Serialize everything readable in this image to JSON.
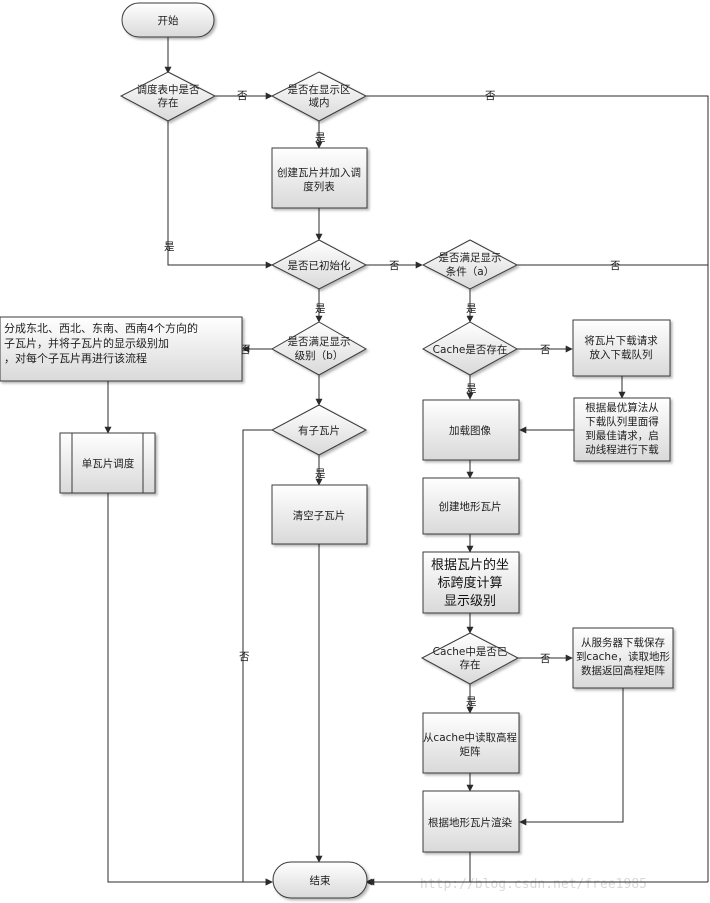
{
  "nodes": {
    "start": "开始",
    "dispatch_exists": [
      "调度表中是否",
      "存在"
    ],
    "in_display": [
      "是否在显示区",
      "域内"
    ],
    "create_tile": [
      "创建瓦片并加入调",
      "度列表"
    ],
    "initialized": "是否已初始化",
    "meets_condition": [
      "是否满足显示",
      "条件（a）"
    ],
    "meets_level": [
      "是否满足显示",
      "级别（b）"
    ],
    "split_text": [
      "分成东北、西北、东南、西南4个方向的",
      "子瓦片，并将子瓦片的显示级别加",
      "，对每个子瓦片再进行该流程"
    ],
    "single_dispatch": "单瓦片调度",
    "has_children": "有子瓦片",
    "clear_children": "清空子瓦片",
    "cache_exists": "Cache是否存在",
    "download_queue": [
      "将瓦片下载请求",
      "放入下载队列"
    ],
    "best_request": [
      "根据最优算法从",
      "下载队列里面得",
      "到最佳请求，启",
      "动线程进行下载"
    ],
    "load_image": "加载图像",
    "create_terrain": "创建地形瓦片",
    "calc_level": [
      "根据瓦片的坐",
      "标跨度计算",
      "显示级别"
    ],
    "cache_height": [
      "Cache中是否已",
      "存在"
    ],
    "server_download": [
      "从服务器下载保存",
      "到cache，读取地形",
      "数据返回高程矩阵"
    ],
    "read_cache": [
      "从cache中读取高程",
      "矩阵"
    ],
    "render": "根据地形瓦片渲染",
    "end": "结束"
  },
  "edge_labels": {
    "yes": "是",
    "no": "否"
  },
  "watermark": "http://blog.csdn.net/free1985"
}
